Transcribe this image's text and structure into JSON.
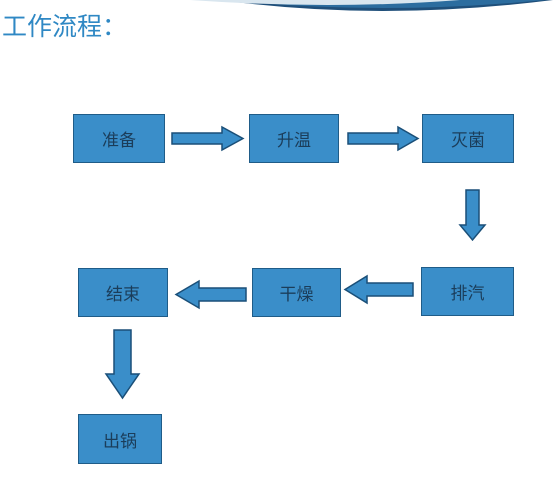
{
  "title": "工作流程：",
  "colors": {
    "box_fill": "#3a8ec9",
    "box_border": "#1f5c88",
    "box_text": "#1b3d5a",
    "title": "#2f88c4",
    "arrow_fill": "#3a8ec9",
    "arrow_stroke": "#1a4f78"
  },
  "steps": {
    "prepare": "准备",
    "heat": "升温",
    "sterilize": "灭菌",
    "exhaust": "排汽",
    "dry": "干燥",
    "finish": "结束",
    "unload": "出锅"
  }
}
